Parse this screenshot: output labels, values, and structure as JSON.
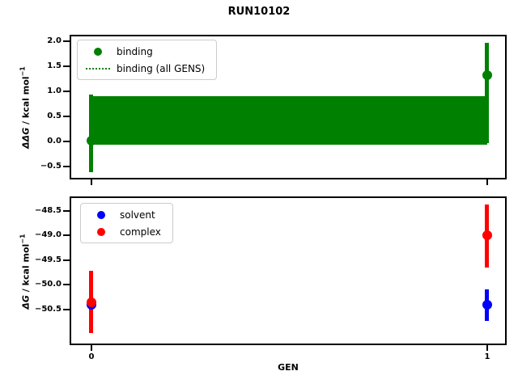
{
  "figure": {
    "title": "RUN10102",
    "background": "#ffffff",
    "axis_color": "#000000"
  },
  "chart_data": [
    {
      "type": "scatter",
      "name": "binding-panel",
      "ylabel": {
        "math": "ΔΔG",
        "rest": " / kcal mol",
        "sup": "−1"
      },
      "xlim": [
        -0.051,
        1.045
      ],
      "ylim": [
        -0.73,
        2.1
      ],
      "grid": false,
      "legend_position": "upper-left",
      "yticks": [
        {
          "v": 2.0,
          "label": "2.0"
        },
        {
          "v": 1.5,
          "label": "1.5"
        },
        {
          "v": 1.0,
          "label": "1.0"
        },
        {
          "v": 0.5,
          "label": "0.5"
        },
        {
          "v": 0.0,
          "label": "0.0"
        },
        {
          "v": -0.5,
          "label": "−0.5"
        }
      ],
      "xticks": [
        {
          "v": 0,
          "label": ""
        },
        {
          "v": 1,
          "label": ""
        }
      ],
      "legend": [
        {
          "label": "binding",
          "swatch": "dot",
          "color": "#008000"
        },
        {
          "label": "binding (all GENS)",
          "swatch": "dotted-line",
          "color": "#008000"
        }
      ],
      "series": [
        {
          "name": "binding",
          "color": "#008000",
          "marker": "circle",
          "points": [
            {
              "x": 0,
              "y": 0.01,
              "ylo": -0.62,
              "yhi": 0.93
            },
            {
              "x": 1,
              "y": 1.32,
              "ylo": -0.03,
              "yhi": 1.97
            }
          ]
        }
      ],
      "band": {
        "name": "binding (all GENS)",
        "color": "#008000",
        "x0": 0,
        "x1": 1,
        "ylo": -0.06,
        "yhi": 0.91
      }
    },
    {
      "type": "scatter",
      "name": "dg-panel",
      "xlabel": "GEN",
      "ylabel": {
        "math": "ΔG",
        "rest": " / kcal mol",
        "sup": "−1"
      },
      "xlim": [
        -0.051,
        1.045
      ],
      "ylim": [
        -51.19,
        -48.24
      ],
      "grid": false,
      "legend_position": "upper-left",
      "yticks": [
        {
          "v": -48.5,
          "label": "−48.5"
        },
        {
          "v": -49.0,
          "label": "−49.0"
        },
        {
          "v": -49.5,
          "label": "−49.5"
        },
        {
          "v": -50.0,
          "label": "−50.0"
        },
        {
          "v": -50.5,
          "label": "−50.5"
        }
      ],
      "xticks": [
        {
          "v": 0,
          "label": "0"
        },
        {
          "v": 1,
          "label": "1"
        }
      ],
      "legend": [
        {
          "label": "solvent",
          "swatch": "dot",
          "color": "#0000ff"
        },
        {
          "label": "complex",
          "swatch": "dot",
          "color": "#ff0000"
        }
      ],
      "series": [
        {
          "name": "solvent",
          "color": "#0000ff",
          "marker": "circle",
          "points": [
            {
              "x": 0,
              "y": -50.4,
              "ylo": -50.78,
              "yhi": -50.04
            },
            {
              "x": 1,
              "y": -50.4,
              "ylo": -50.73,
              "yhi": -50.09
            }
          ]
        },
        {
          "name": "complex",
          "color": "#ff0000",
          "marker": "circle",
          "points": [
            {
              "x": 0,
              "y": -50.35,
              "ylo": -50.98,
              "yhi": -49.72
            },
            {
              "x": 1,
              "y": -48.99,
              "ylo": -49.65,
              "yhi": -48.37
            }
          ]
        }
      ]
    }
  ]
}
